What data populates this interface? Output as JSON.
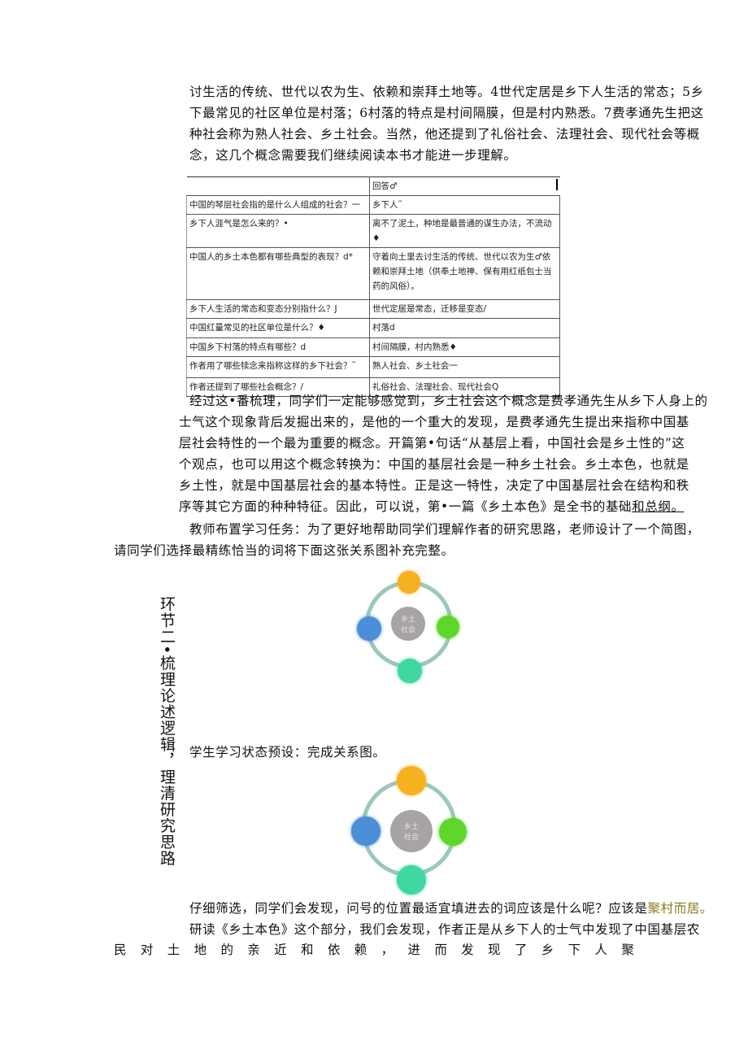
{
  "intro_lines": [
    "讨生活的传统、世代以农为生、依赖和崇拜土地等。4世代定居是乡下人生活的常态；5乡",
    "下最常见的社区单位是村落；6村落的特点是村间隔膜，但是村内熟悉。7费孝通先生把这",
    "种社会称为熟人社会、乡土社会。当然，他还提到了礼俗社会、法理社会、现代社会等概",
    "念，这几个概念需要我们继续阅读本书才能进一步理解。"
  ],
  "table": {
    "header": "回答♂",
    "rows": [
      {
        "q": "中国的琴层社会指的是什么人组成的社会？一",
        "a": "乡下人˜"
      },
      {
        "q": "乡下人涯气是怎么来的？•",
        "a": "离不了泥土，种地是最普通的谋生办法，不流动♦"
      },
      {
        "q": "中国人的乡土本色都有哪些典型的表现？d*",
        "a": "守着向土里去讨生活的传统、世代以农为生♂依赖和崇拜土地（供奉土地神、保有用红纸包士当药的风俗）。"
      },
      {
        "q": "乡下人生活的常态和变态分别指什么？J",
        "a": "世代定居是常态，迁移是变态/"
      },
      {
        "q": "中国红量常见的社区单位是什么？♦",
        "a": "村落d"
      },
      {
        "q": "中国乡下村落的特点有哪些？d",
        "a": "村间隔膜，村内熟悉♦"
      },
      {
        "q": "作者用了哪些犊念来指称这样的乡下社会？˜",
        "a": "熟人社会、乡土社会一"
      },
      {
        "q": "作者还提到了哪些社会概念？/",
        "a": "礼俗社会、法理社会、现代社会Q"
      }
    ]
  },
  "para1_lines": [
    "经过这•番梳理，同学们一定能够感觉到，乡土社会这个概念是费孝通先生从乡下人身上的",
    "士气这个现象背后发掘出来的，是他的一个重大的发现，是费孝通先生提出来指称中国基",
    "层社会特性的一个最为重要的概念。开篇第•句话“从基层上看，中国社会是乡土性的”这",
    "个观点，也可以用这个概念转换为：中国的基层社会是一种乡土社会。乡土本色，也就是",
    "乡土性，就是中国基层社会的基本特性。正是这一特性，决定了中国基层社会在结构和秩",
    "序等其它方面的种种特征。因此，可以说，第•一篇《乡土本色》是全书的基础"
  ],
  "para1_tail": "和总纲。",
  "task_line1": "教师布置学习任务：为了更好地帮助同学们理解作者的研究思路，老师设计了一个简图，",
  "task_line2": "请同学们选择最精练恰当的词将下面这张关系图补充完整。",
  "side_title": "环节二•梳理论述逻辑，理清研究思路",
  "diagram_center": "乡土社会",
  "colors": {
    "top": "#f5b21e",
    "right": "#5ed62a",
    "bottom": "#3ed8a0",
    "left": "#4a8fd8",
    "center": "#a8a4a6"
  },
  "preset": "学生学习状态预设：完成关系图。",
  "para2_start": "仔细筛选，同学们会发现，问号的位置最适宜填进去的词应该是什么呢？应该是",
  "para2_answer": "聚村而居。",
  "para3": "研读《乡土本色》这个部分，我们会发现，作者正是从乡下人的士气中发现了中国基层农",
  "last_line": [
    "民",
    "对",
    "土",
    "地",
    "的",
    "亲",
    "近",
    "和",
    "依",
    "赖",
    "，",
    "进",
    "而",
    "发",
    "现",
    "了",
    "乡",
    "下",
    "人",
    "聚"
  ]
}
